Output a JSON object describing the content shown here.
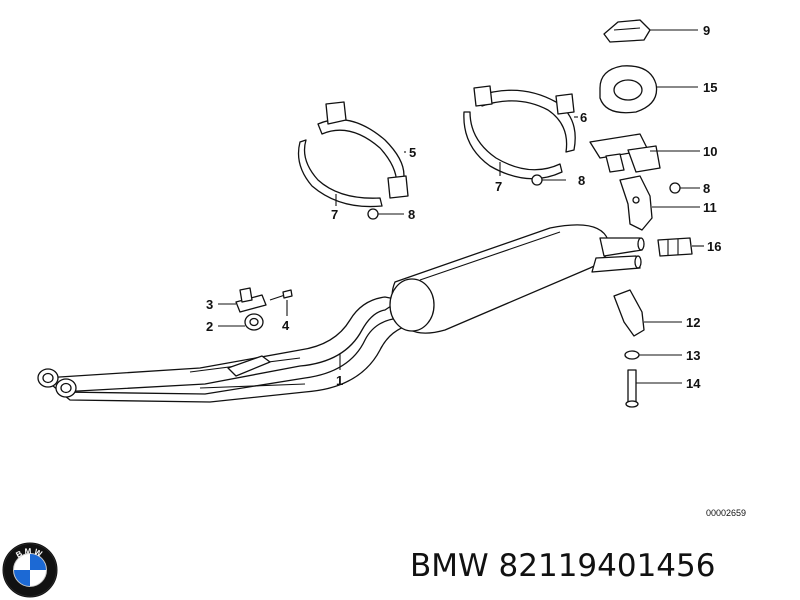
{
  "callouts": [
    {
      "id": "c1",
      "label": "1"
    },
    {
      "id": "c2",
      "label": "2"
    },
    {
      "id": "c3",
      "label": "3"
    },
    {
      "id": "c4",
      "label": "4"
    },
    {
      "id": "c5",
      "label": "5"
    },
    {
      "id": "c6",
      "label": "6"
    },
    {
      "id": "c7a",
      "label": "7"
    },
    {
      "id": "c7b",
      "label": "7"
    },
    {
      "id": "c8a",
      "label": "8"
    },
    {
      "id": "c8b",
      "label": "8"
    },
    {
      "id": "c8c",
      "label": "8"
    },
    {
      "id": "c9",
      "label": "9"
    },
    {
      "id": "c10",
      "label": "10"
    },
    {
      "id": "c11",
      "label": "11"
    },
    {
      "id": "c12",
      "label": "12"
    },
    {
      "id": "c13",
      "label": "13"
    },
    {
      "id": "c14",
      "label": "14"
    },
    {
      "id": "c15",
      "label": "15"
    },
    {
      "id": "c16",
      "label": "16"
    }
  ],
  "reference_code": "00002659",
  "caption": "BMW 82119401456",
  "logo": {
    "icon": "bmw-roundel-icon",
    "text": "BMW",
    "colors": {
      "blue": "#1c69d4",
      "black": "#111111",
      "white": "#ffffff"
    }
  }
}
